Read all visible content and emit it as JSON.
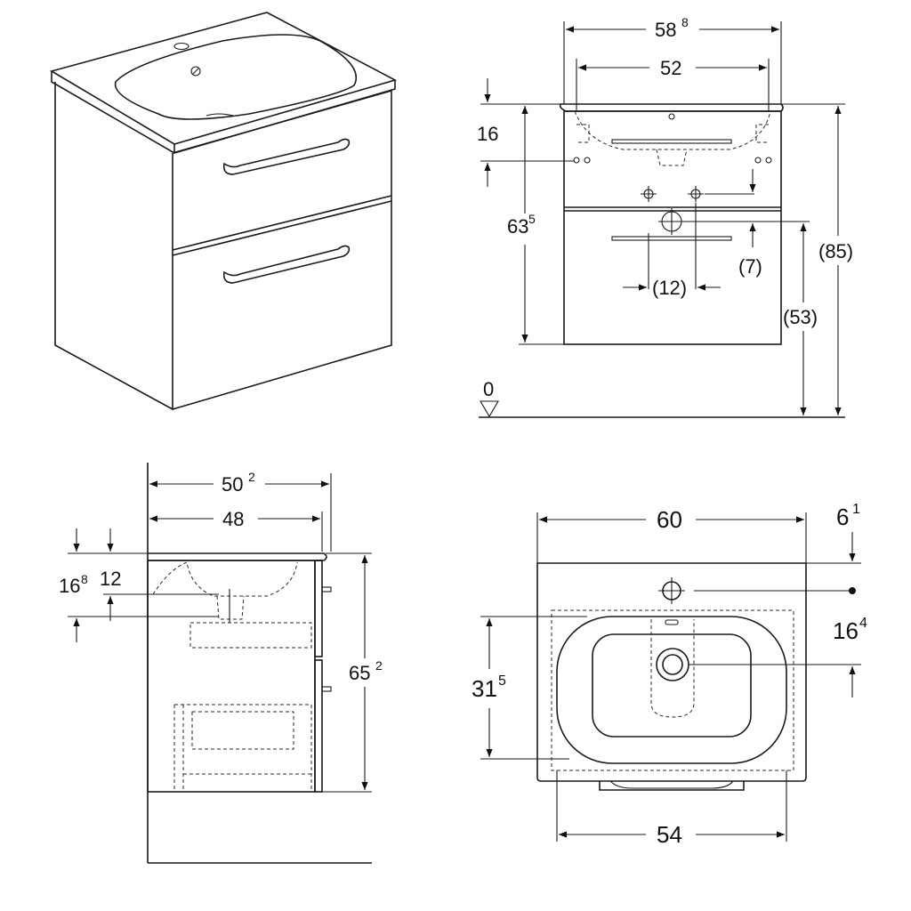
{
  "front": {
    "width_outer": "58",
    "width_outer_sup": "8",
    "width_inner": "52",
    "top_offset": "16",
    "cabinet_height": "63",
    "cabinet_height_sup": "5",
    "drain_offset": "(7)",
    "holes_spacing": "(12)",
    "floor_to_drawer": "(53)",
    "total_height": "(85)",
    "floor_label": "0"
  },
  "side": {
    "depth_outer": "50",
    "depth_outer_sup": "2",
    "depth_inner": "48",
    "offset_a": "16",
    "offset_a_sup": "8",
    "offset_b": "12",
    "height": "65",
    "height_sup": "2"
  },
  "top": {
    "width": "60",
    "edge_offset": "6",
    "edge_offset_sup": "1",
    "tap_offset": "16",
    "tap_offset_sup": "4",
    "bowl_depth": "31",
    "bowl_depth_sup": "5",
    "bowl_width": "54"
  }
}
